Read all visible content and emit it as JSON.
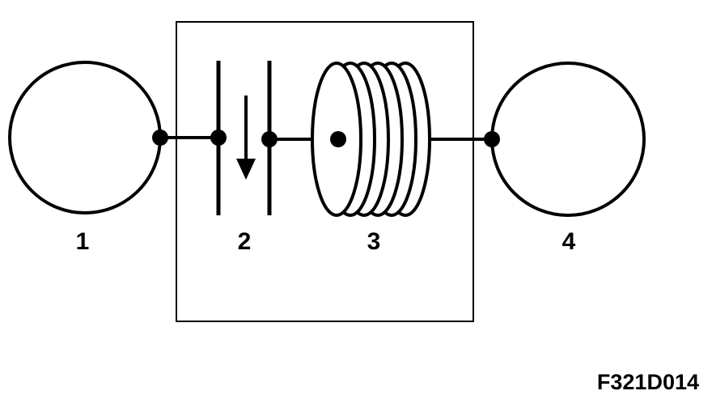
{
  "diagram": {
    "labels": {
      "item_1": "1",
      "item_2": "2",
      "item_3": "3",
      "item_4": "4"
    },
    "figure_code": "F321D014",
    "colors": {
      "stroke": "#000000",
      "background": "#ffffff"
    }
  }
}
